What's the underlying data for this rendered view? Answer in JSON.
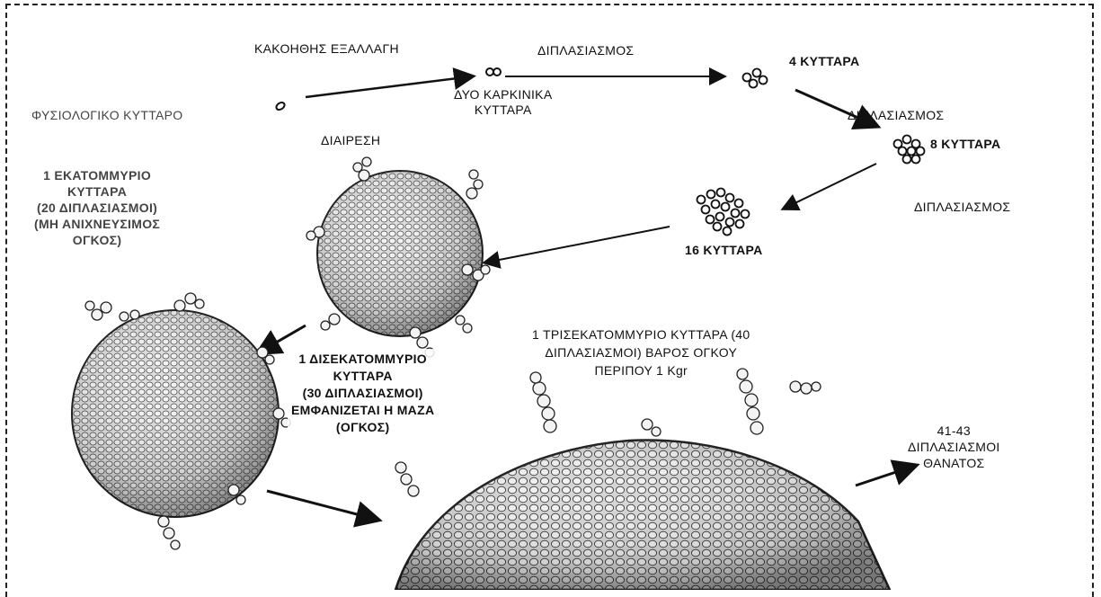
{
  "labels": {
    "malignant_transformation": "ΚΑΚΟΗΘΗΣ ΕΞΑΛΛΑΓΗ",
    "normal_cell": "ΦΥΣΙΟΛΟΓΙΚΟ ΚΥΤΤΑΡΟ",
    "division": "ΔΙΑΙΡΕΣΗ",
    "two_cancer_cells": [
      "ΔΥΟ ΚΑΡΚΙΝΙΚΑ",
      "ΚΥΤΤΑΡΑ"
    ],
    "doubling_1": "ΔΙΠΛΑΣΙΑΣΜΟΣ",
    "four_cells": "4 ΚΥΤΤΑΡΑ",
    "doubling_2": "ΔΙΠΛΑΣΙΑΣΜΟΣ",
    "eight_cells": "8 ΚΥΤΤΑΡΑ",
    "doubling_3": "ΔΙΠΛΑΣΙΑΣΜΟΣ",
    "sixteen_cells": "16 ΚΥΤΤΑΡΑ",
    "million_cells": [
      "1 ΕΚΑΤΟΜΜΥΡΙΟ",
      "ΚΥΤΤΑΡΑ",
      "(20 ΔΙΠΛΑΣΙΑΣΜΟΙ)",
      "(ΜΗ ΑΝΙΧΝΕΥΣΙΜΟΣ",
      "ΟΓΚΟΣ)"
    ],
    "billion_cells": [
      "1 ΔΙΣΕΚΑΤΟΜΜΥΡΙΟ",
      "ΚΥΤΤΑΡΑ",
      "(30 ΔΙΠΛΑΣΙΑΣΜΟΙ)",
      "ΕΜΦΑΝΙΖΕΤΑΙ Η ΜΑΖΑ",
      "(ΟΓΚΟΣ)"
    ],
    "trillion_cells": [
      "1 ΤΡΙΣΕΚΑΤΟΜΜΥΡΙΟ ΚΥΤΤΑΡΑ (40",
      "ΔΙΠΛΑΣΙΑΣΜΟΙ) ΒΑΡΟΣ ΟΓΚΟΥ",
      "ΠΕΡΙΠΟΥ 1 Kgr"
    ],
    "death": [
      "41-43",
      "ΔΙΠΛΑΣΙΑΣΜΟΙ",
      "ΘΑΝΑΤΟΣ"
    ]
  },
  "colors": {
    "ink": "#111111",
    "tumor_fill": "#cfcfcf",
    "cell_edge": "#222222"
  }
}
